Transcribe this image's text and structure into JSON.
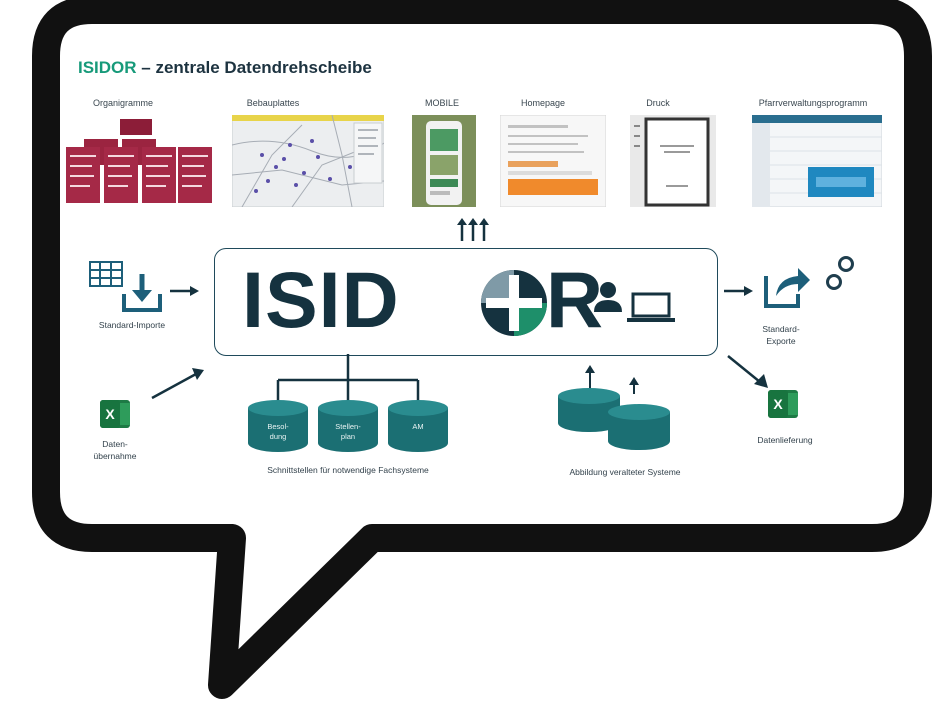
{
  "title": {
    "brand": "ISIDOR",
    "rest": " – zentrale Datendrehscheibe"
  },
  "outputs": [
    {
      "label": "Organigramme"
    },
    {
      "label": "Bebauplattes"
    },
    {
      "label": "MOBILE"
    },
    {
      "label": "Homepage"
    },
    {
      "label": "Druck"
    },
    {
      "label": "Pfarrverwaltungsprogramm"
    }
  ],
  "logo": {
    "part1": "ISID",
    "part2": "R"
  },
  "left": {
    "import_label": "Standard-Importe",
    "takeover_label1": "Daten-",
    "takeover_label2": "übernahme"
  },
  "right": {
    "export_label1": "Standard-",
    "export_label2": "Exporte",
    "delivery_label": "Datenlieferung"
  },
  "interfaces": {
    "db1_line1": "Besol-",
    "db1_line2": "dung",
    "db2_line1": "Stellen-",
    "db2_line2": "plan",
    "db3_line1": "AM",
    "caption": "Schnittstellen für notwendige Fachsysteme"
  },
  "legacy": {
    "caption": "Abbildung veralteter Systeme"
  },
  "excel_letter": "X",
  "colors": {
    "brand_green": "#179a7a",
    "navy": "#15323f",
    "teal": "#1b6f73",
    "excel": "#1e7a45",
    "bubble_border": "#111111"
  }
}
